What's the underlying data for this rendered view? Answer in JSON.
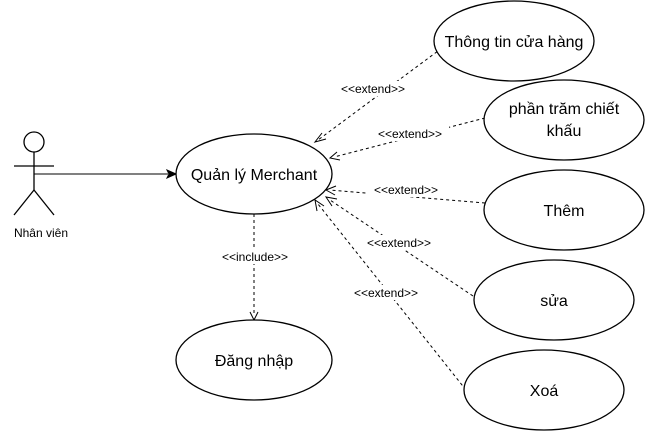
{
  "actor": {
    "name": "Nhân viên"
  },
  "use_cases": {
    "main": "Quản lý Merchant",
    "login": "Đăng nhập",
    "store_info": "Thông tin cửa hàng",
    "discount_line1": "phần trăm chiết",
    "discount_line2": "khấu",
    "add": "Thêm",
    "edit": "sửa",
    "delete": "Xoá"
  },
  "relations": {
    "include": "<<include>>",
    "extend_store_info": "<<extend>>",
    "extend_discount": "<<extend>>",
    "extend_add": "<<extend>>",
    "extend_edit": "<<extend>>",
    "extend_delete": "<<extend>>"
  }
}
